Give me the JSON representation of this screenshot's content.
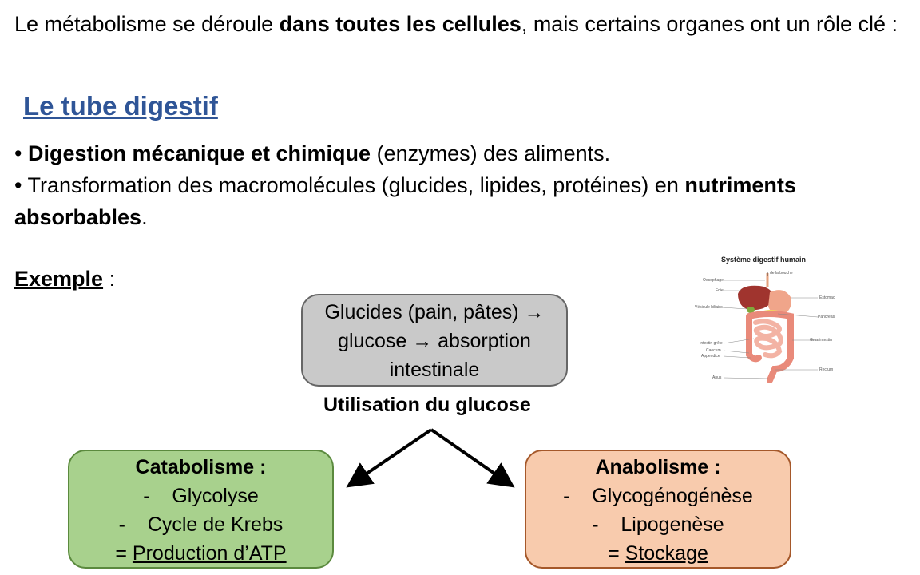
{
  "intro": {
    "part1": "Le métabolisme se déroule ",
    "bold": "dans toutes les cellules",
    "part2": ", mais certains organes ont un rôle clé :"
  },
  "section_title": "Le tube digestif",
  "bullets": [
    {
      "marker": "•",
      "bold": "Digestion mécanique et chimique",
      "rest": " (enzymes) des aliments."
    },
    {
      "marker": "•",
      "text": " Transformation des macromolécules (glucides, lipides, protéines) en ",
      "bold": "nutriments absorbables",
      "end": "."
    }
  ],
  "exemple": {
    "label": "Exemple",
    "suffix": " :"
  },
  "top_box": {
    "line1": "Glucides (pain, pâtes) →",
    "line2": "glucose → absorption",
    "line3": "intestinale"
  },
  "utilisation_label": "Utilisation du glucose",
  "catabolisme": {
    "title": "Catabolisme :",
    "items": [
      "-    Glycolyse",
      "-    Cycle de Krebs"
    ],
    "result_prefix": "= ",
    "result": "Production d’ATP"
  },
  "anabolisme": {
    "title": "Anabolisme :",
    "items": [
      "-    Glycogénogénèse",
      "-    Lipogenèse"
    ],
    "result_prefix": "= ",
    "result": "Stockage"
  },
  "diagram": {
    "title": "Système digestif humain",
    "labels": {
      "bouche": "de la bouche",
      "oesophage": "Oesophage",
      "foie": "Foie",
      "vesicule": "Vésicule biliaire",
      "intestin_grele": "Intestin grêle",
      "caecum": "Caecum",
      "appendice": "Appendice",
      "anus": "Anus",
      "estomac": "Estomac",
      "pancreas": "Pancréas",
      "gros_intestin": "Gros intestin",
      "rectum": "Rectum"
    }
  },
  "colors": {
    "title_blue": "#2F5597",
    "top_box": "#c9c9c9",
    "catabolisme_box": "#a8d18d",
    "anabolisme_box": "#f8cbad"
  }
}
